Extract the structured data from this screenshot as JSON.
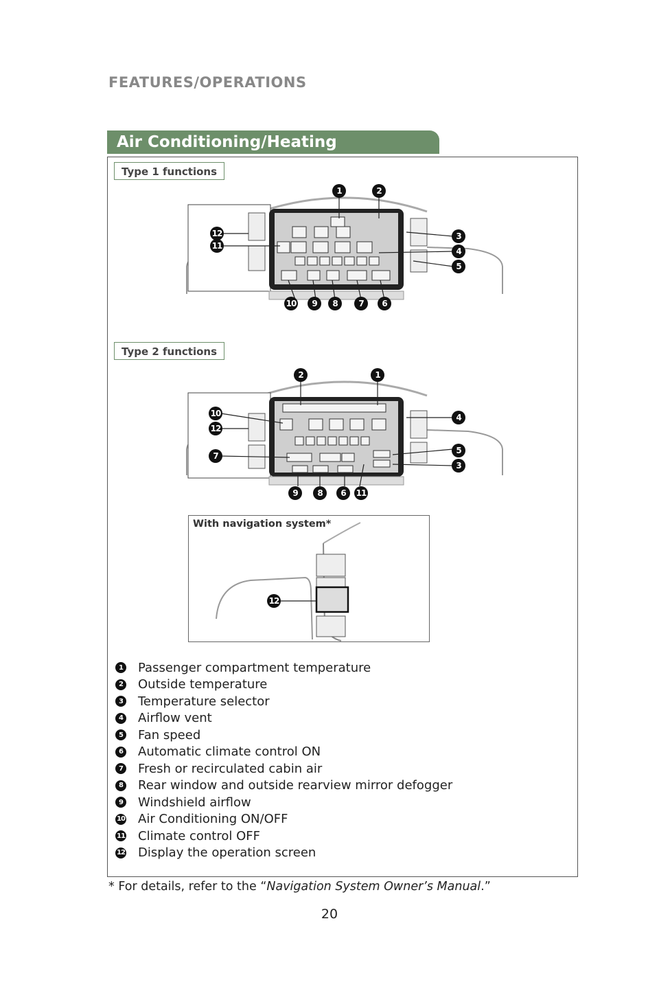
{
  "header": {
    "section": "FEATURES/OPERATIONS"
  },
  "tab": {
    "title": "Air Conditioning/Heating"
  },
  "type1": {
    "label": "Type 1 functions",
    "callouts": [
      "1",
      "2",
      "12",
      "11",
      "3",
      "4",
      "5",
      "10",
      "9",
      "8",
      "7",
      "6"
    ]
  },
  "type2": {
    "label": "Type 2 functions",
    "callouts": [
      "2",
      "1",
      "10",
      "12",
      "7",
      "4",
      "5",
      "3",
      "9",
      "8",
      "6",
      "11"
    ]
  },
  "nav": {
    "label": "With navigation system*",
    "callout": "12"
  },
  "legend": [
    {
      "num": "1",
      "text": "Passenger compartment temperature"
    },
    {
      "num": "2",
      "text": "Outside temperature"
    },
    {
      "num": "3",
      "text": "Temperature selector"
    },
    {
      "num": "4",
      "text": "Airflow vent"
    },
    {
      "num": "5",
      "text": "Fan speed"
    },
    {
      "num": "6",
      "text": "Automatic climate control ON"
    },
    {
      "num": "7",
      "text": "Fresh or recirculated cabin air"
    },
    {
      "num": "8",
      "text": "Rear window and outside rearview mirror defogger"
    },
    {
      "num": "9",
      "text": "Windshield airflow"
    },
    {
      "num": "10",
      "text": "Air Conditioning ON/OFF"
    },
    {
      "num": "11",
      "text": "Climate control OFF"
    },
    {
      "num": "12",
      "text": "Display the operation screen"
    }
  ],
  "footnote": {
    "prefix": "* For details, refer to the “",
    "manual": "Navigation System Owner’s Manual",
    "suffix": ".”"
  },
  "page_number": "20"
}
